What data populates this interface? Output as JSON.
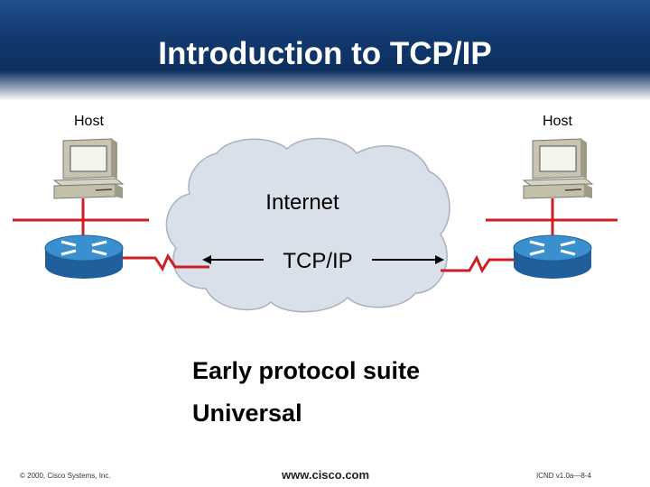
{
  "slide": {
    "title": "Introduction to TCP/IP"
  },
  "diagram": {
    "left_host_label": "Host",
    "right_host_label": "Host",
    "cloud_label": "Internet",
    "protocol_label": "TCP/IP"
  },
  "bullets": [
    "Early protocol suite",
    "Universal"
  ],
  "footer": {
    "copyright": "© 2000, Cisco Systems, Inc.",
    "url": "www.cisco.com",
    "slide_ref": "ICND v1.0a—8-4"
  },
  "colors": {
    "header_top": "#1f4f8c",
    "header_dark": "#0d2f5e",
    "lan_line": "#cc1f26",
    "router_blue": "#3a8fcf",
    "cloud_fill": "#d9e0ea"
  },
  "icons": [
    "workstation-icon",
    "router-icon",
    "cloud-icon"
  ]
}
